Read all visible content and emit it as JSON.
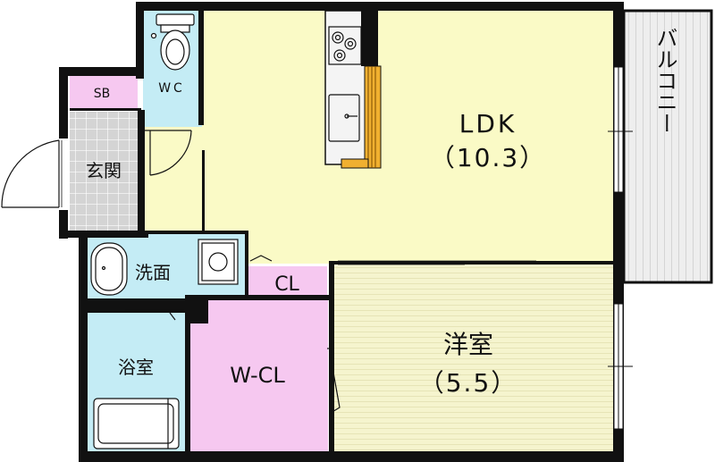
{
  "rooms": {
    "ldk": {
      "label": "LDK",
      "size": "（10.3）"
    },
    "bedroom": {
      "label": "洋室",
      "size": "（5.5）"
    },
    "balcony": {
      "label": "バルコニー"
    },
    "wc": {
      "label": "WC"
    },
    "sb": {
      "label": "SB"
    },
    "entrance": {
      "label": "玄関"
    },
    "washroom": {
      "label": "洗面"
    },
    "bathroom": {
      "label": "浴室"
    },
    "wcl": {
      "label": "W-CL"
    },
    "cl": {
      "label": "CL"
    }
  },
  "colors": {
    "ldk_fill": "#fafac6",
    "bedroom_fill": "#f5f4ce",
    "wet_fill": "#c4ecf5",
    "closet_fill": "#f6c8f0",
    "entrance_fill": "#d2d2d2",
    "balcony_fill": "#eeeeee",
    "wall": "#111111"
  }
}
